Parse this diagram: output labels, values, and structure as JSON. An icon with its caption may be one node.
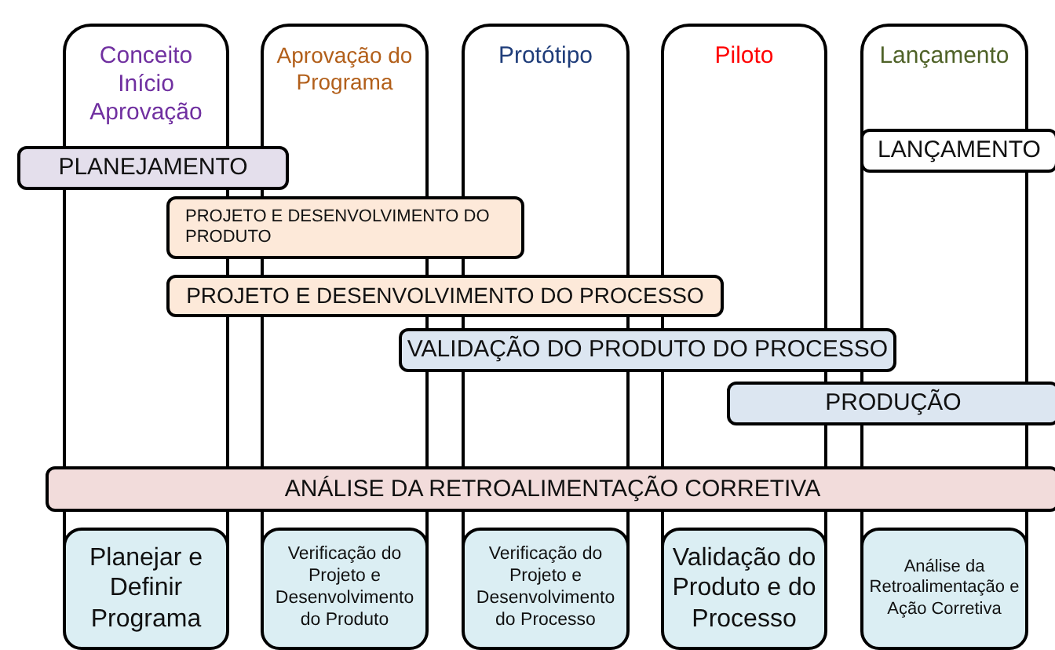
{
  "diagram": {
    "nodes": [
      {
        "text": [
          "Conceito Início Aprovação"
        ]
      },
      {
        "text": [
          "Aprovação do Programa"
        ]
      },
      {
        "text": [
          "Protótipo"
        ]
      },
      {
        "text": [
          "Piloto"
        ]
      },
      {
        "text": [
          "Lançamento"
        ]
      },
      {
        "text": [
          "PLANEJAMENTO"
        ]
      },
      {
        "text": [
          "LANÇAMENTO"
        ]
      },
      {
        "text": [
          "PROJETO E DESENVOLVIMENTO DO PRODUTO"
        ]
      },
      {
        "text": [
          "PROJETO E DESENVOLVIMENTO DO PROCESSO"
        ]
      },
      {
        "text": [
          "VALIDAÇÃO DO PRODUTO DO PROCESSO"
        ]
      },
      {
        "text": [
          "PRODUÇÃO"
        ]
      },
      {
        "text": [
          "ANÁLISE DA RETROALIMENTAÇÃO CORRETIVA"
        ]
      },
      {
        "text": [
          "Planejar e Definir Programa"
        ],
        "in": 0
      },
      {
        "text": [
          "Verificação do Projeto e Desenvolvimento do Produto"
        ],
        "in": 1
      },
      {
        "text": [
          "Verificação do Projeto e Desenvolvimento do Processo"
        ],
        "in": 2
      },
      {
        "text": [
          "Validação do Produto e do Processo"
        ],
        "in": 3
      },
      {
        "text": [
          "Análise da Retroalimentação e Ação Corretiva"
        ],
        "in": 4
      }
    ],
    "edges": []
  }
}
